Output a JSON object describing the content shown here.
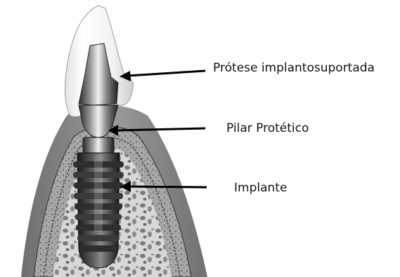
{
  "labels": {
    "prosthesis": "Prótese implantosuportada",
    "abutment": "Pilar Protético",
    "implant": "Implante"
  },
  "colors": {
    "background": "#ffffff",
    "arrow": "#000000",
    "text": "#111111"
  }
}
